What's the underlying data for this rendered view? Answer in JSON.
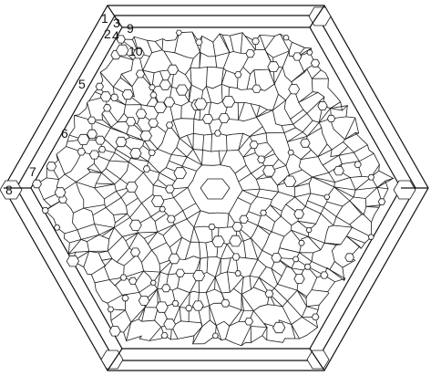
{
  "figure": {
    "labels": [
      {
        "id": "1",
        "text": "1"
      },
      {
        "id": "2",
        "text": "2"
      },
      {
        "id": "3",
        "text": "3"
      },
      {
        "id": "4",
        "text": "4"
      },
      {
        "id": "5",
        "text": "5"
      },
      {
        "id": "6",
        "text": "6"
      },
      {
        "id": "7",
        "text": "7"
      },
      {
        "id": "8",
        "text": "8"
      },
      {
        "id": "9",
        "text": "9"
      },
      {
        "id": "10",
        "text": "10"
      }
    ],
    "line_color": "#1a1a1a",
    "background": "#ffffff"
  }
}
